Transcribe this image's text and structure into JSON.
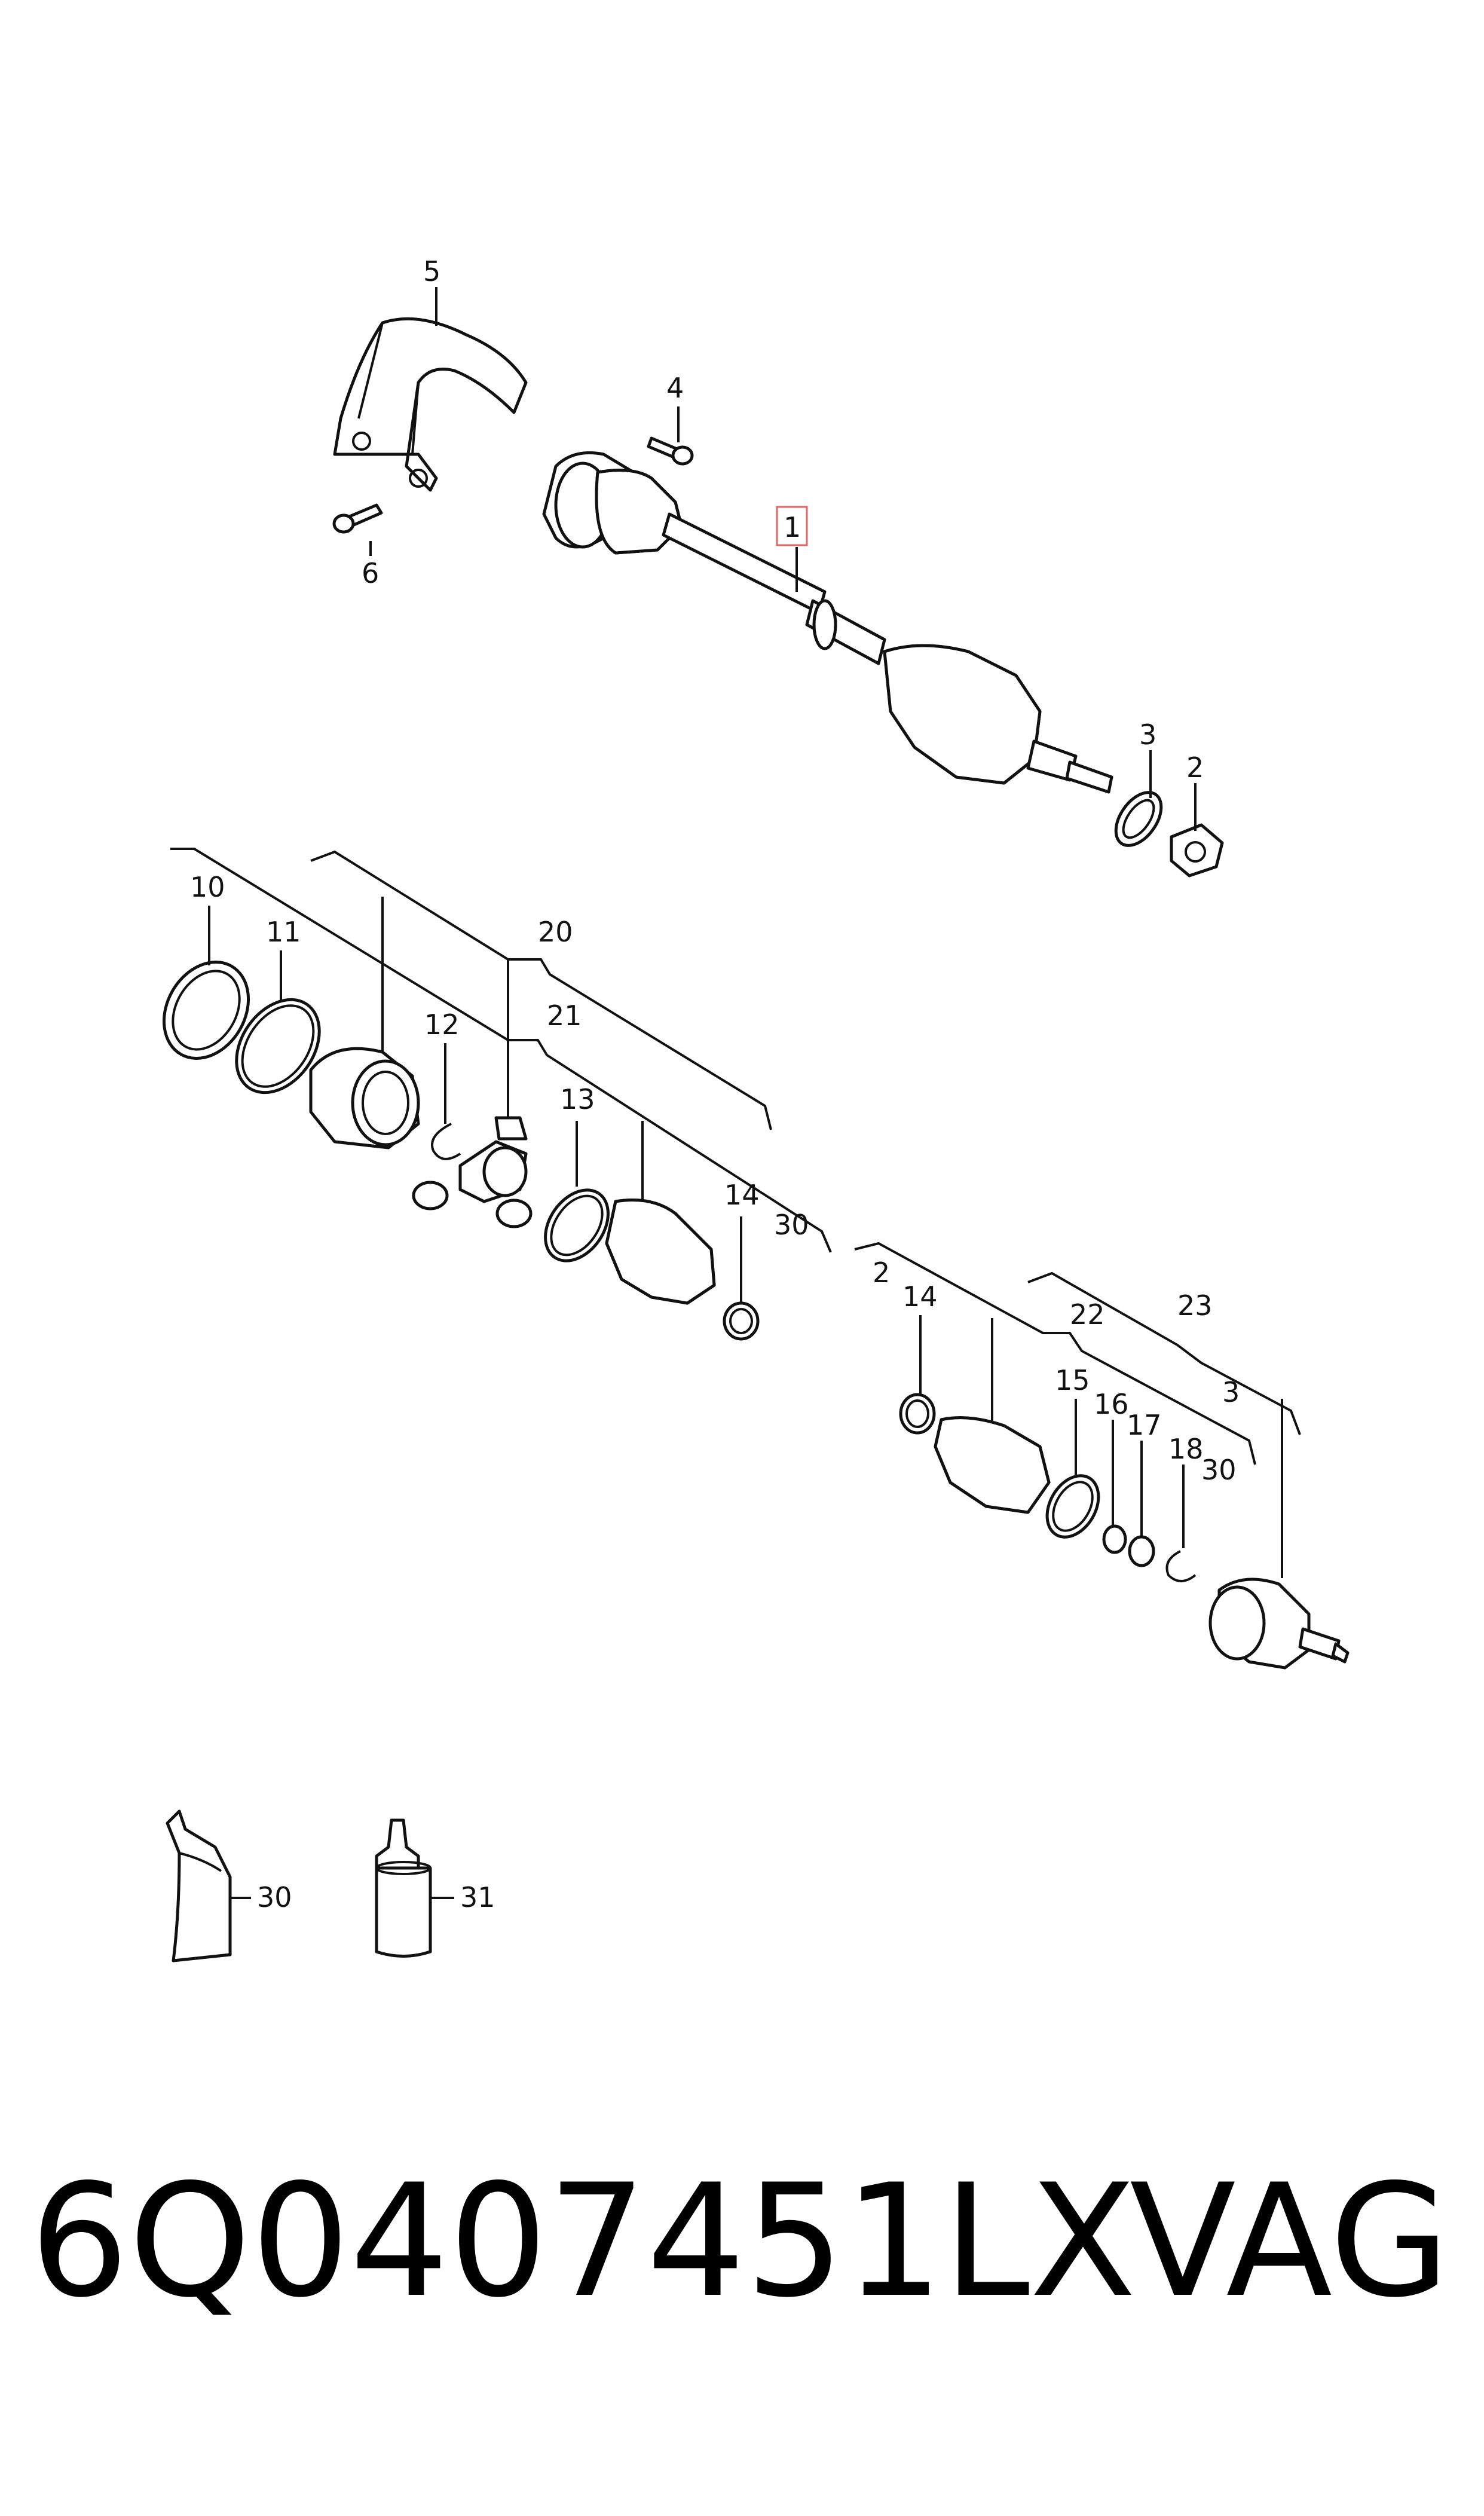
{
  "diagram": {
    "callouts": {
      "c1": "1",
      "c2": "2",
      "c3": "3",
      "c4": "4",
      "c5": "5",
      "c6": "6",
      "c10": "10",
      "c11": "11",
      "c12": "12",
      "c13": "13",
      "c14a": "14",
      "c20": "20",
      "c21": "21",
      "c30a": "30",
      "c2b": "2",
      "c14b": "14",
      "c15": "15",
      "c16": "16",
      "c17": "17",
      "c18": "18",
      "c22": "22",
      "c23": "23",
      "c3b": "3",
      "c30b": "30",
      "c30c": "30",
      "c31": "31"
    },
    "highlight_color": "#e06666"
  },
  "footer": {
    "part_number": "6Q0407451LX",
    "brand": "VAG"
  }
}
